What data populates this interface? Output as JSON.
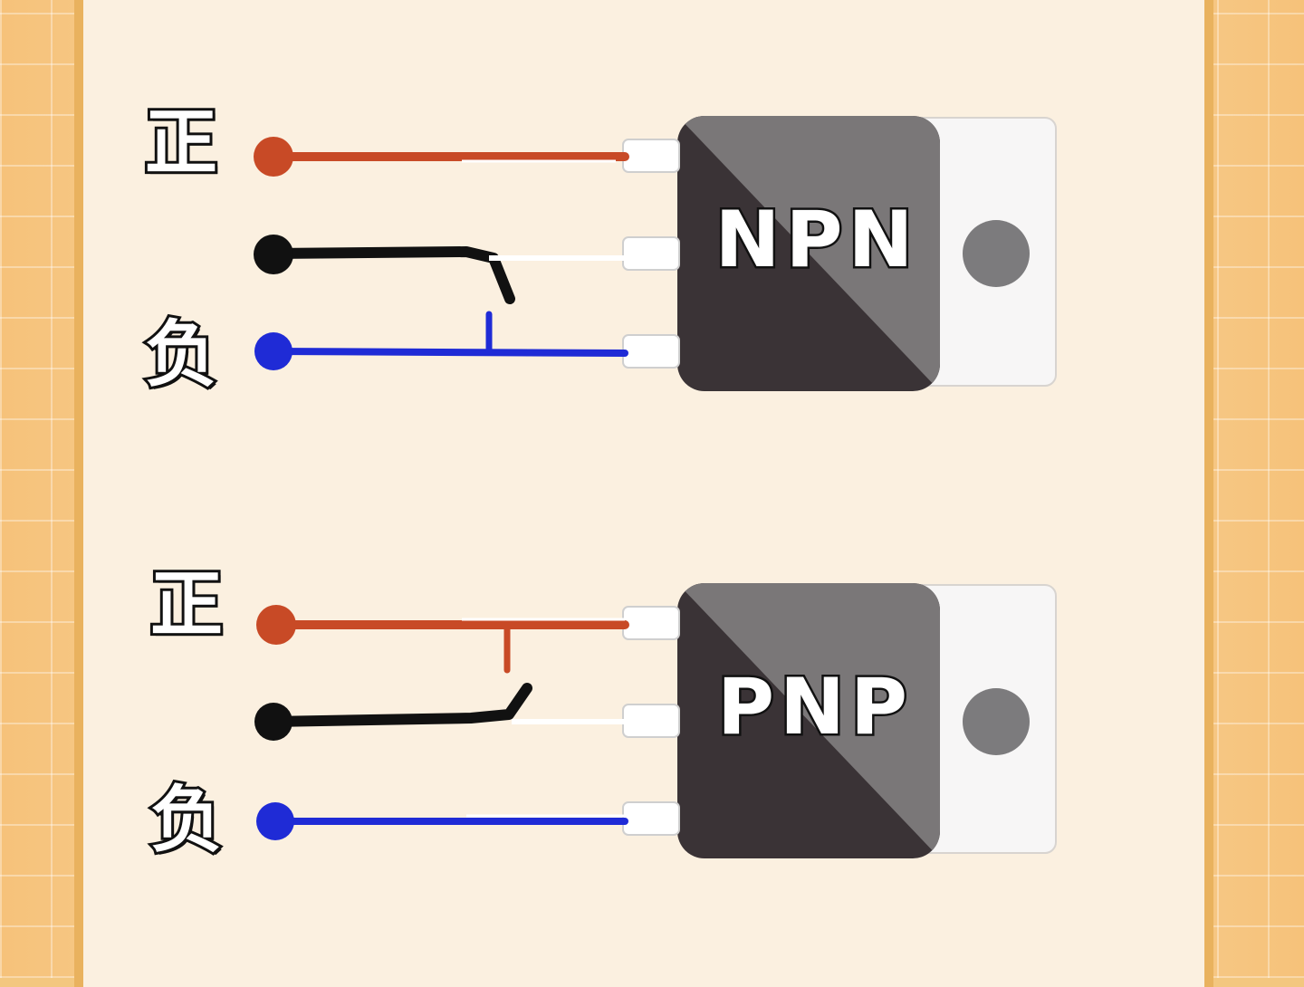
{
  "colors": {
    "positive": "#c84a26",
    "collector": "#111111",
    "negative": "#1f2bd6",
    "chip_dark": "#3a3336",
    "chip_light": "#7a7778",
    "tab": "#f7f6f6",
    "tab_hole": "#7c7b7d"
  },
  "npn": {
    "label": "NPN",
    "positive_label": "正",
    "negative_label": "负"
  },
  "pnp": {
    "label": "PNP",
    "positive_label": "正",
    "negative_label": "负"
  }
}
